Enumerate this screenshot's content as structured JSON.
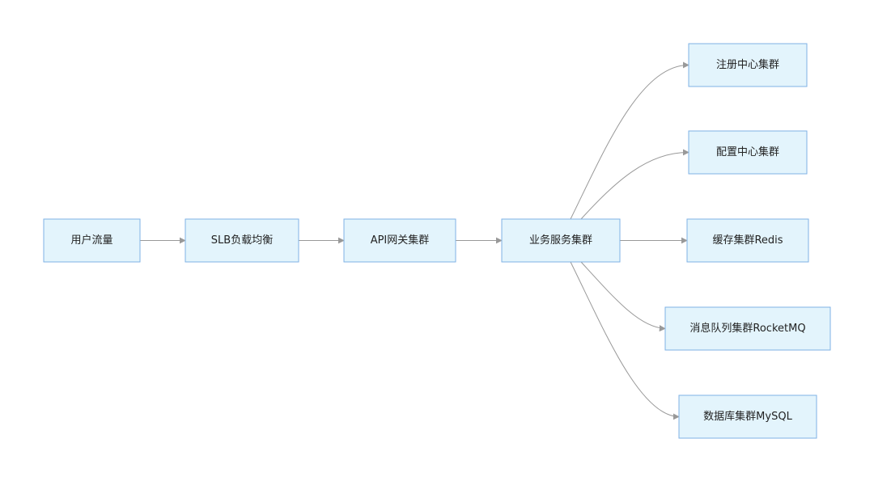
{
  "diagram": {
    "type": "flowchart",
    "direction": "left-to-right",
    "colors": {
      "node_fill": "#e3f4fc",
      "node_border": "#7fb2e5",
      "edge": "#999999",
      "text": "#222222"
    },
    "nodes": [
      {
        "id": "user_traffic",
        "label": "用户流量"
      },
      {
        "id": "slb",
        "label": "SLB负载均衡"
      },
      {
        "id": "api_gateway",
        "label": "API网关集群"
      },
      {
        "id": "business_service",
        "label": "业务服务集群"
      },
      {
        "id": "registry",
        "label": "注册中心集群"
      },
      {
        "id": "config_center",
        "label": "配置中心集群"
      },
      {
        "id": "redis",
        "label": "缓存集群Redis"
      },
      {
        "id": "rocketmq",
        "label": "消息队列集群RocketMQ"
      },
      {
        "id": "mysql",
        "label": "数据库集群MySQL"
      }
    ],
    "edges": [
      {
        "from": "user_traffic",
        "to": "slb"
      },
      {
        "from": "slb",
        "to": "api_gateway"
      },
      {
        "from": "api_gateway",
        "to": "business_service"
      },
      {
        "from": "business_service",
        "to": "registry"
      },
      {
        "from": "business_service",
        "to": "config_center"
      },
      {
        "from": "business_service",
        "to": "redis"
      },
      {
        "from": "business_service",
        "to": "rocketmq"
      },
      {
        "from": "business_service",
        "to": "mysql"
      }
    ]
  }
}
